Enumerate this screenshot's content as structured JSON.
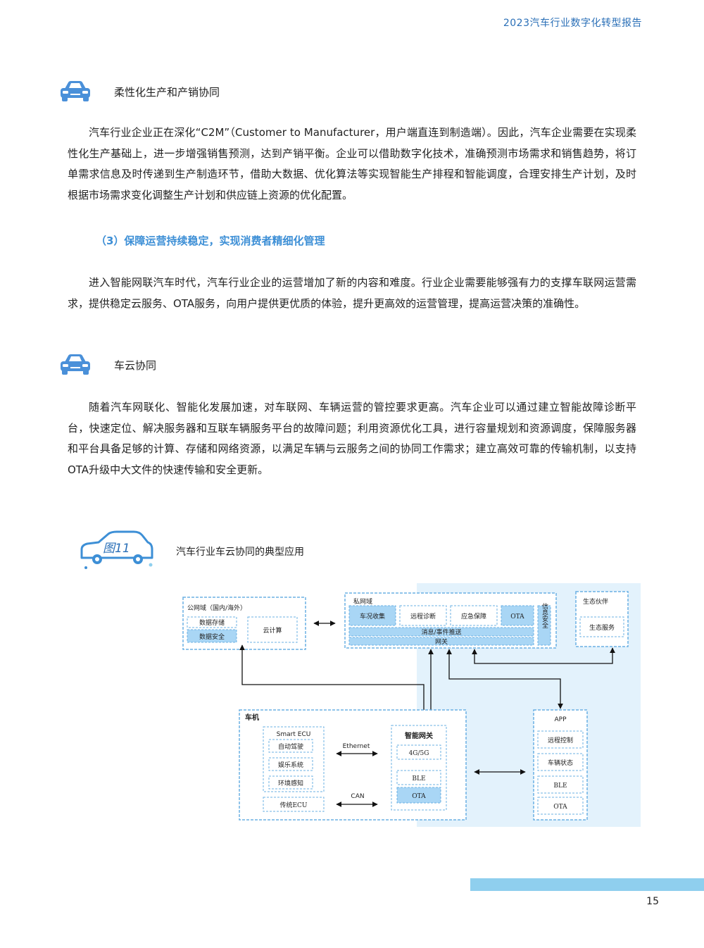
{
  "header": {
    "title": "2023汽车行业数字化转型报告"
  },
  "section1": {
    "title": "柔性化生产和产销协同",
    "body": "汽车行业企业正在深化“C2M”（Customer to Manufacturer，用户端直连到制造端）。因此，汽车企业需要在实现柔性化生产基础上，进一步增强销售预测，达到产销平衡。企业可以借助数字化技术，准确预测市场需求和销售趋势，将订单需求信息及时传递到生产制造环节，借助大数据、优化算法等实现智能生产排程和智能调度，合理安排生产计划，及时根据市场需求变化调整生产计划和供应链上资源的优化配置。"
  },
  "subheading": "（3）保障运营持续稳定，实现消费者精细化管理",
  "intro_para": "进入智能网联汽车时代，汽车行业企业的运营增加了新的内容和难度。行业企业需要能够强有力的支撑车联网运营需求，提供稳定云服务、OTA服务，向用户提供更优质的体验，提升更高效的运营管理，提高运营决策的准确性。",
  "section2": {
    "title": "车云协同",
    "body": "随着汽车网联化、智能化发展加速，对车联网、车辆运营的管控要求更高。汽车企业可以通过建立智能故障诊断平台，快速定位、解决服务器和互联车辆服务平台的故障问题；利用资源优化工具，进行容量规划和资源调度，保障服务器和平台具备足够的计算、存储和网络资源，以满足车辆与云服务之间的协同工作需求；建立高效可靠的传输机制，以支持OTA升级中大文件的快速传输和安全更新。"
  },
  "figure": {
    "label": "图11",
    "caption": "汽车行业车云协同的典型应用",
    "public_domain": {
      "title": "公网域（国内/海外）",
      "data_storage": "数据存储",
      "data_security": "数据安全",
      "cloud_compute": "云计算"
    },
    "private_domain": {
      "title": "私网域",
      "items": [
        "车况收集",
        "远程诊断",
        "应急保障",
        "OTA"
      ],
      "info_security": "信息安全",
      "message_push": "消息/事件推送",
      "gateway": "网关"
    },
    "ecosystem": {
      "title": "生态伙伴",
      "service": "生态服务"
    },
    "vehicle": {
      "title": "车机",
      "smart_ecu": "Smart ECU",
      "ecu_items": [
        "自动驾驶",
        "娱乐系统",
        "环境感知"
      ],
      "legacy_ecu": "传统ECU",
      "ethernet": "Ethernet",
      "can": "CAN",
      "gateway_title": "智能网关",
      "gateway_items": [
        "4G/5G",
        "BLE",
        "OTA"
      ]
    },
    "app": {
      "title": "APP",
      "items": [
        "远程控制",
        "车辆状态",
        "BLE",
        "OTA"
      ]
    }
  },
  "page_number": "15",
  "colors": {
    "accent": "#3d8fd6",
    "highlight": "#a9d6f5",
    "panel": "#e3f2fc",
    "border": "#6bb0e3"
  }
}
